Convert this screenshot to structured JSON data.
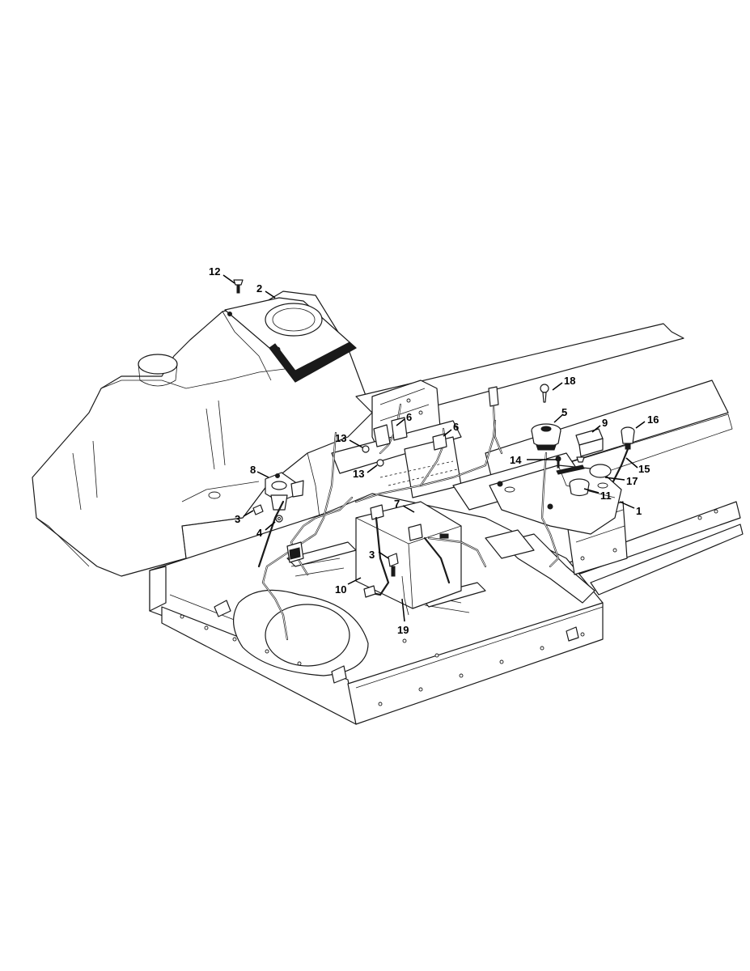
{
  "callouts": [
    {
      "id": "12a",
      "label": "12"
    },
    {
      "id": "2a",
      "label": "2"
    },
    {
      "id": "18a",
      "label": "18"
    },
    {
      "id": "6a",
      "label": "6"
    },
    {
      "id": "6b",
      "label": "6"
    },
    {
      "id": "13a",
      "label": "13"
    },
    {
      "id": "13b",
      "label": "13"
    },
    {
      "id": "5a",
      "label": "5"
    },
    {
      "id": "9a",
      "label": "9"
    },
    {
      "id": "16a",
      "label": "16"
    },
    {
      "id": "14a",
      "label": "14"
    },
    {
      "id": "15a",
      "label": "15"
    },
    {
      "id": "17a",
      "label": "17"
    },
    {
      "id": "8a",
      "label": "8"
    },
    {
      "id": "11a",
      "label": "11"
    },
    {
      "id": "1a",
      "label": "1"
    },
    {
      "id": "7a",
      "label": "7"
    },
    {
      "id": "3a",
      "label": "3"
    },
    {
      "id": "4a",
      "label": "4"
    },
    {
      "id": "3b",
      "label": "3"
    },
    {
      "id": "10a",
      "label": "10"
    },
    {
      "id": "19a",
      "label": "19"
    }
  ]
}
